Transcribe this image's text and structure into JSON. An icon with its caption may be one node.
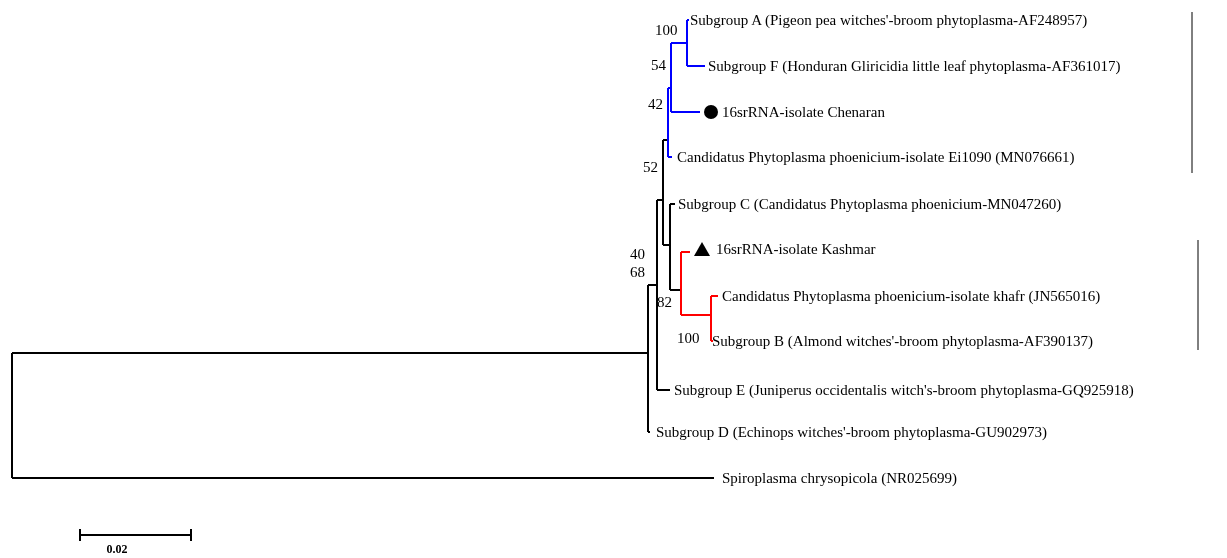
{
  "diagram": {
    "labels": [
      "100",
      "Subgroup A (Pigeon pea witches'-broom phytoplasma-AF248957)",
      "54",
      "Subgroup F (Honduran Gliricidia little leaf phytoplasma-AF361017)",
      "42",
      "16srRNA-isolate Chenaran",
      "52",
      "Candidatus Phytoplasma phoenicium-isolate Ei1090 (MN076661)",
      "Subgroup C (Candidatus Phytoplasma phoenicium-MN047260)",
      "40",
      "16srRNA-isolate Kashmar",
      "68",
      "Candidatus Phytoplasma phoenicium-isolate khafr (JN565016)",
      "82",
      "100",
      "Subgroup B (Almond witches'-broom phytoplasma-AF390137)",
      "Subgroup E (Juniperus occidentalis witch's-broom phytoplasma-GQ925918)",
      "Subgroup D (Echinops witches'-broom phytoplasma-GU902973)",
      "Spiroplasma chrysopicola (NR025699)",
      "0.02"
    ]
  }
}
